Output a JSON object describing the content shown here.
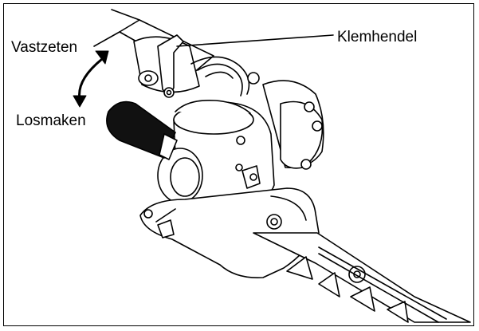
{
  "labels": {
    "lock": "Vastzeten",
    "release": "Losmaken",
    "clamp_lever": "Klemhendel"
  },
  "colors": {
    "line": "#000000",
    "background": "#ffffff",
    "grip": "#111111"
  },
  "icons": {
    "rotation_arrow": "curved-double-arrow-icon"
  }
}
